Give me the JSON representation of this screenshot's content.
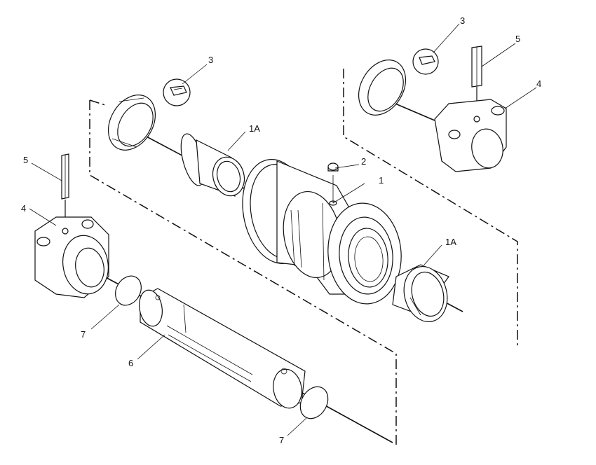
{
  "callouts": {
    "c1": "1",
    "c1a_top": "1A",
    "c1a_right": "1A",
    "c2": "2",
    "c3_top_right": "3",
    "c3_left": "3",
    "c4_left": "4",
    "c4_right": "4",
    "c5_left": "5",
    "c5_right": "5",
    "c6": "6",
    "c7_left": "7",
    "c7_bottom": "7"
  }
}
